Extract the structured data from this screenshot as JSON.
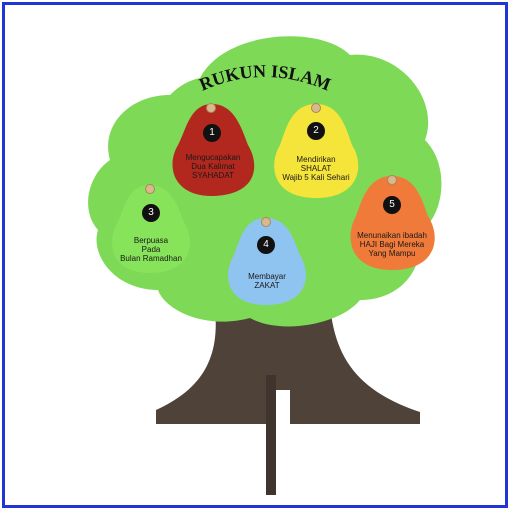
{
  "title": "RUKUN ISLAM",
  "colors": {
    "frame": "#1f35d6",
    "canopy": "#7ed957",
    "trunk": "#4e4239",
    "leaf_1": "#b3281e",
    "leaf_2": "#f5e43a",
    "leaf_3": "#86e35a",
    "leaf_4": "#8fc3f0",
    "leaf_5": "#ef7a3a"
  },
  "leaves": [
    {
      "number": "1",
      "text": "Mengucapakan\nDua Kalimat\nSYAHADAT"
    },
    {
      "number": "2",
      "text": "Mendirikan\nSHALAT\nWajib 5 Kali Sehari"
    },
    {
      "number": "3",
      "text": "Berpuasa\nPada\nBulan Ramadhan"
    },
    {
      "number": "4",
      "text": "Membayar\nZAKAT"
    },
    {
      "number": "5",
      "text": "Menunaikan ibadah\nHAJI Bagi Mereka\nYang Mampu"
    }
  ]
}
